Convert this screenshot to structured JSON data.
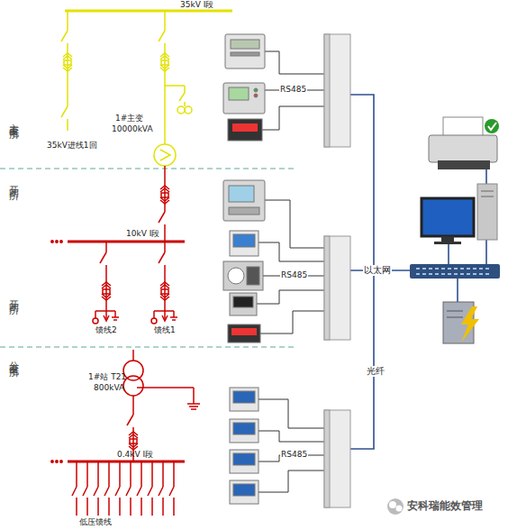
{
  "diagram": {
    "labels": [
      "35kV Ⅰ段",
      "35kV进线1回",
      "1#主变",
      "10000kVA",
      "主变电所",
      "开闭所",
      "10kV Ⅰ段",
      "馈线2",
      "馈线1",
      "开闭所",
      "分变电所",
      "1#站 T21",
      "800kVA",
      "0.4kV Ⅰ段",
      "低压馈线",
      "RS485",
      "RS485",
      "以太网",
      "RS485",
      "光纤",
      "安科瑞能效管理"
    ]
  }
}
